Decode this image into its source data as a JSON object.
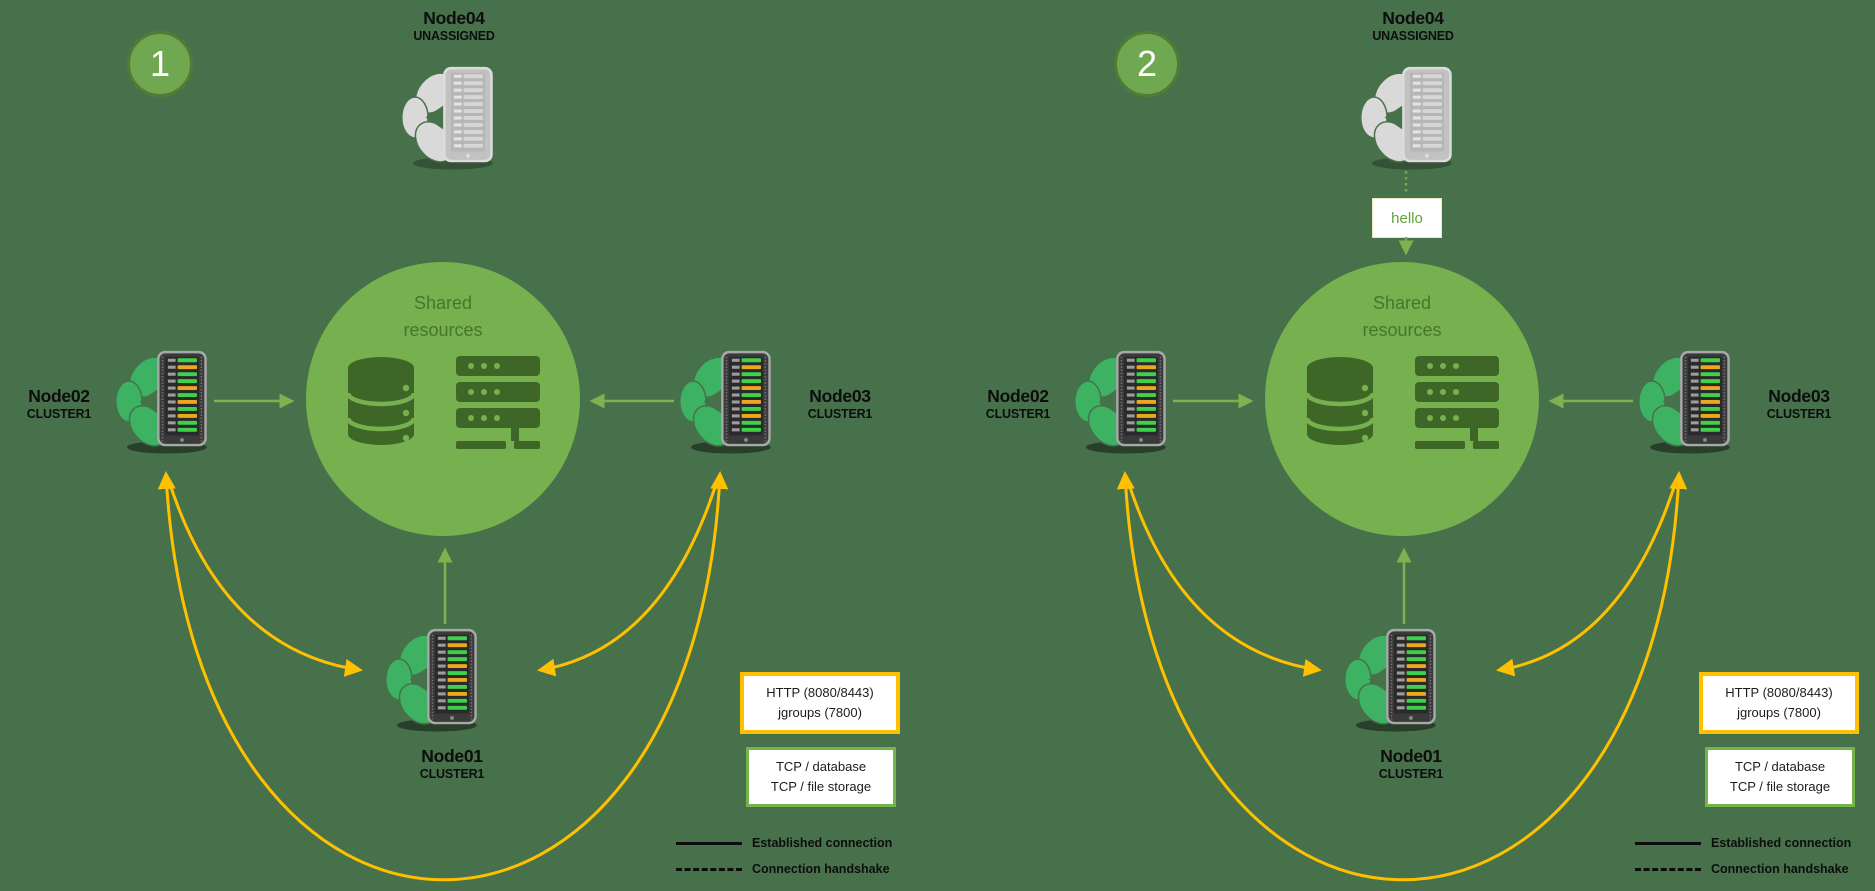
{
  "colors": {
    "background": "#47714b",
    "shared_circle_green": "#76b04f",
    "dark_icon_green": "#3e6626",
    "arrow_green": "#7fb14e",
    "arrow_yellow": "#ffc000",
    "leaf_green": "#3cb262",
    "http_box_border": "#ffc000",
    "tcp_box_border": "#74b44a",
    "hello_text_green": "#5fa33c"
  },
  "diagrams": [
    {
      "badge": "1",
      "shared": {
        "line1": "Shared",
        "line2": "resources"
      },
      "nodes": {
        "node04": {
          "name": "Node04",
          "status": "UNASSIGNED"
        },
        "node02": {
          "name": "Node02",
          "status": "CLUSTER1"
        },
        "node03": {
          "name": "Node03",
          "status": "CLUSTER1"
        },
        "node01": {
          "name": "Node01",
          "status": "CLUSTER1"
        }
      },
      "legend": {
        "http": {
          "line1": "HTTP (8080/8443)",
          "line2": "jgroups (7800)"
        },
        "tcp": {
          "line1": "TCP / database",
          "line2": "TCP / file storage"
        },
        "established": "Established connection",
        "handshake": "Connection handshake"
      }
    },
    {
      "badge": "2",
      "message": "hello",
      "shared": {
        "line1": "Shared",
        "line2": "resources"
      },
      "nodes": {
        "node04": {
          "name": "Node04",
          "status": "UNASSIGNED"
        },
        "node02": {
          "name": "Node02",
          "status": "CLUSTER1"
        },
        "node03": {
          "name": "Node03",
          "status": "CLUSTER1"
        },
        "node01": {
          "name": "Node01",
          "status": "CLUSTER1"
        }
      },
      "legend": {
        "http": {
          "line1": "HTTP (8080/8443)",
          "line2": "jgroups (7800)"
        },
        "tcp": {
          "line1": "TCP / database",
          "line2": "TCP / file storage"
        },
        "established": "Established connection",
        "handshake": "Connection handshake"
      }
    }
  ]
}
